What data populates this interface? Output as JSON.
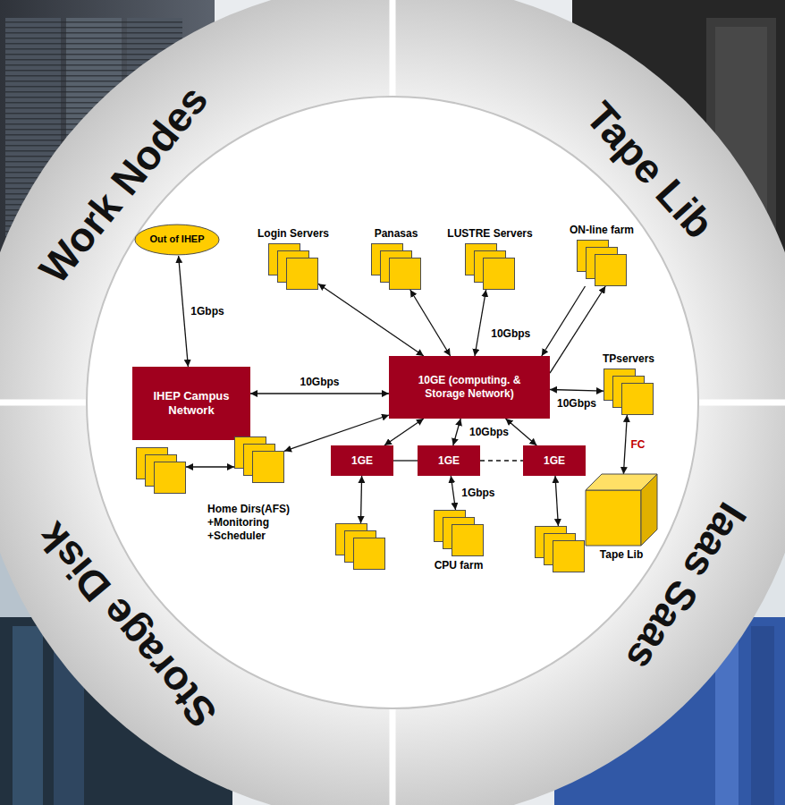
{
  "diagram": {
    "nodes": [
      {
        "text": [
          "Out of IHEP"
        ]
      },
      {
        "text": [
          "Login Servers"
        ]
      },
      {
        "text": [
          "Panasas"
        ]
      },
      {
        "text": [
          "LUSTRE Servers"
        ]
      },
      {
        "text": [
          "ON-line farm"
        ]
      },
      {
        "text": [
          "IHEP Campus Network"
        ]
      },
      {
        "text": [
          "10GE (computing. & Storage Network)"
        ]
      },
      {
        "text": [
          "TPservers"
        ]
      },
      {
        "text": []
      },
      {
        "text": [
          "Home Dirs(AFS) +Monitoring +Scheduler"
        ]
      },
      {
        "text": [
          "1GE"
        ]
      },
      {
        "text": [
          "1GE"
        ]
      },
      {
        "text": [
          "1GE"
        ]
      },
      {
        "text": []
      },
      {
        "text": [
          "CPU farm"
        ]
      },
      {
        "text": []
      },
      {
        "text": [
          "Tape Lib"
        ]
      }
    ],
    "edges": [
      {
        "from": 0,
        "to": 5,
        "arrow": "both",
        "label": "1Gbps"
      },
      {
        "from": 5,
        "to": 6,
        "arrow": "both",
        "label": "10Gbps"
      },
      {
        "from": 1,
        "to": 6,
        "arrow": "both"
      },
      {
        "from": 2,
        "to": 6,
        "arrow": "both"
      },
      {
        "from": 3,
        "to": 6,
        "arrow": "both",
        "label": "10Gbps"
      },
      {
        "from": 4,
        "to": 6,
        "arrow": "to"
      },
      {
        "from": 6,
        "to": 4,
        "arrow": "to"
      },
      {
        "from": 6,
        "to": 7,
        "arrow": "both",
        "label": "10Gbps"
      },
      {
        "from": 6,
        "to": 9,
        "arrow": "both"
      },
      {
        "from": 6,
        "to": 10,
        "arrow": "both"
      },
      {
        "from": 6,
        "to": 11,
        "arrow": "both",
        "label": "10Gbps"
      },
      {
        "from": 6,
        "to": 12,
        "arrow": "both"
      },
      {
        "from": 10,
        "to": 11,
        "arrow": "none"
      },
      {
        "from": 11,
        "to": 12,
        "arrow": "none"
      },
      {
        "from": 10,
        "to": 13,
        "arrow": "both"
      },
      {
        "from": 11,
        "to": 14,
        "arrow": "both",
        "label": "1Gbps"
      },
      {
        "from": 12,
        "to": 15,
        "arrow": "both"
      },
      {
        "from": 8,
        "to": 9,
        "arrow": "both"
      },
      {
        "from": 7,
        "to": 16,
        "arrow": "both",
        "label": "FC"
      }
    ],
    "labels": [
      "Work Nodes",
      "Tape Lib",
      "Iaas Saas",
      "Storage Disk"
    ]
  }
}
